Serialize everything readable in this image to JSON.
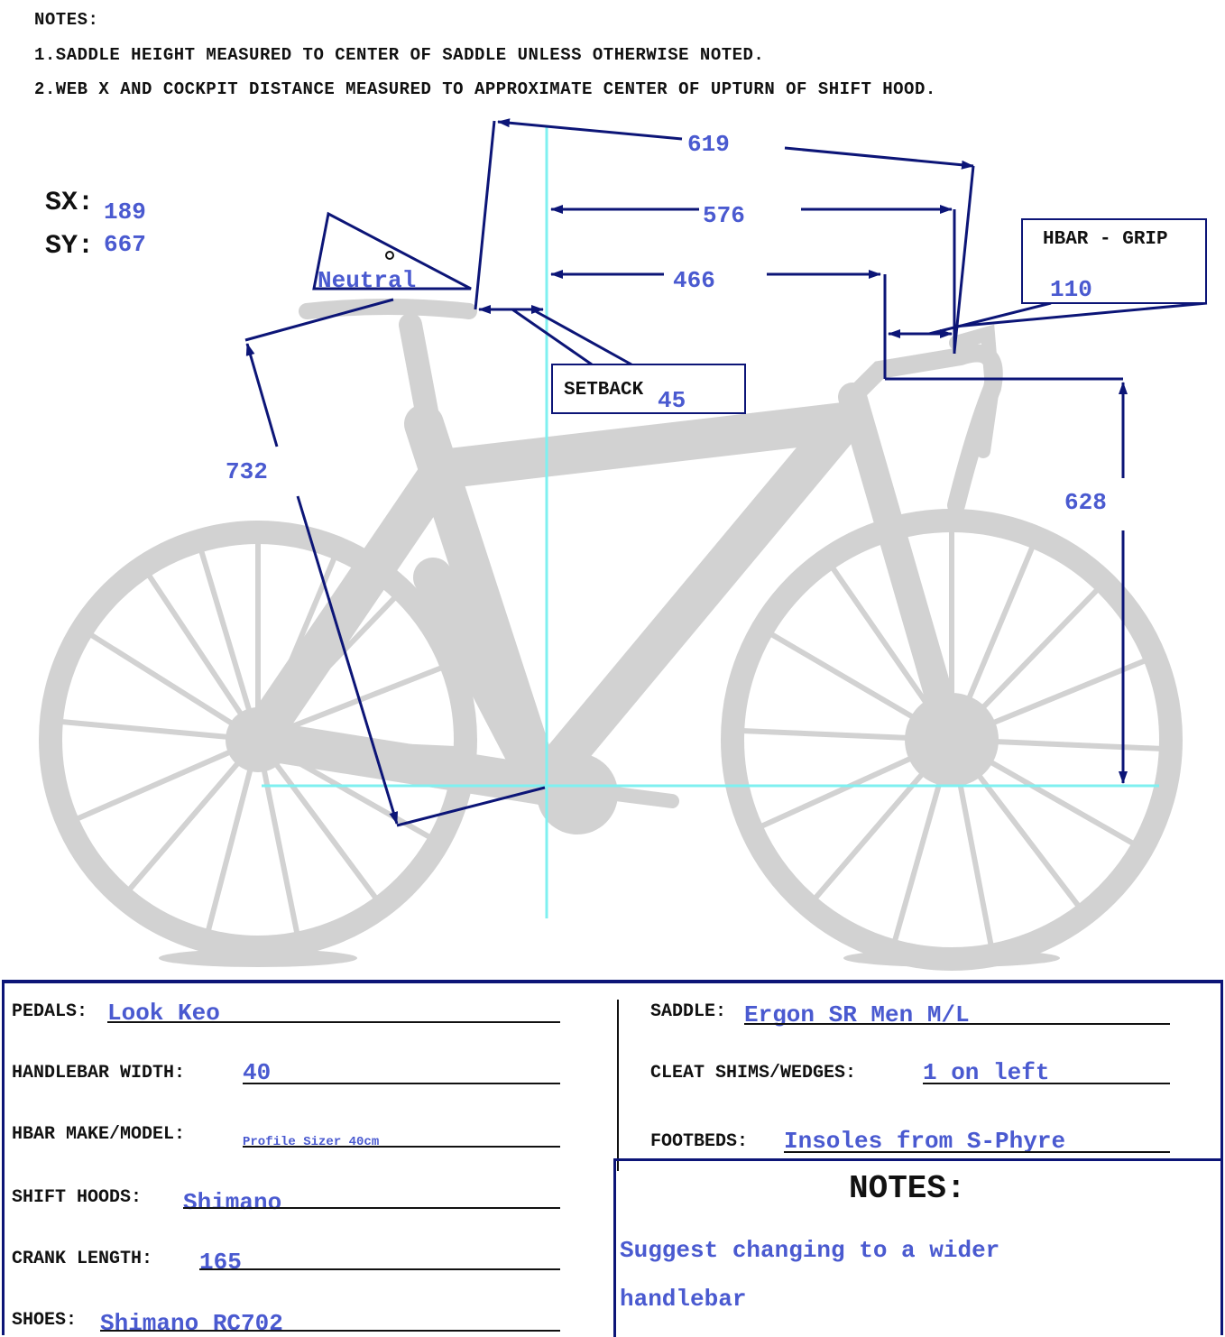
{
  "header_notes": {
    "title": "NOTES:",
    "note1": "1.SADDLE HEIGHT MEASURED TO CENTER OF SADDLE UNLESS OTHERWISE NOTED.",
    "note2": "2.WEB X AND COCKPIT DISTANCE MEASURED TO APPROXIMATE CENTER OF UPTURN OF SHIFT HOOD."
  },
  "saddle_position": {
    "sx_label": "SX:",
    "sx_value": "189",
    "sy_label": "SY:",
    "sy_value": "667",
    "tilt": "Neutral"
  },
  "measurements": {
    "saddle_to_hood": "619",
    "bb_to_hood": "576",
    "bb_to_bar": "466",
    "saddle_height": "732",
    "bar_height": "628",
    "setback_label": "SETBACK",
    "setback_value": "45",
    "hbar_grip_label": "HBAR - GRIP",
    "hbar_grip_value": "110"
  },
  "form": {
    "pedals_label": "PEDALS:",
    "pedals_value": "Look Keo",
    "handlebar_width_label": "HANDLEBAR WIDTH:",
    "handlebar_width_value": "40",
    "hbar_model_label": "HBAR MAKE/MODEL:",
    "hbar_model_value": "Profile Sizer 40cm",
    "shift_hoods_label": "SHIFT HOODS:",
    "shift_hoods_value": "Shimano",
    "crank_length_label": "CRANK LENGTH:",
    "crank_length_value": "165",
    "shoes_label": "SHOES:",
    "shoes_value": "Shimano RC702",
    "saddle_label": "SADDLE:",
    "saddle_value": "Ergon SR Men M/L",
    "cleat_label": "CLEAT SHIMS/WEDGES:",
    "cleat_value": "1 on left",
    "footbeds_label": "FOOTBEDS:",
    "footbeds_value": "Insoles from S-Phyre"
  },
  "notes_box": {
    "title": "NOTES:",
    "line1": "Suggest changing to a wider",
    "line2": "handlebar"
  },
  "colors": {
    "dimension_line": "#0c1577",
    "value_text": "#4a5ad0",
    "reference_line": "#7ff0f0",
    "bike_silhouette": "#d2d2d2"
  }
}
